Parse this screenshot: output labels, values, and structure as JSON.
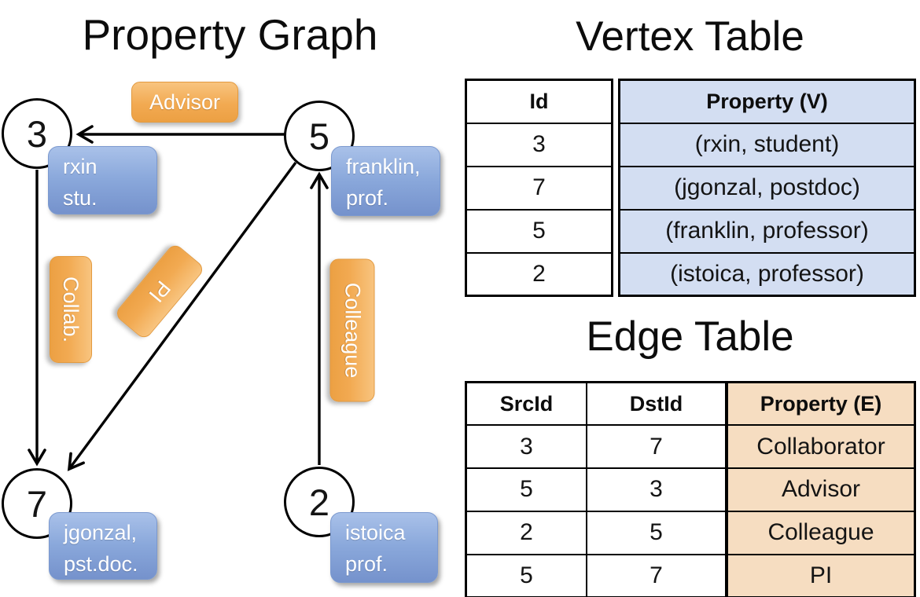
{
  "graph_panel": {
    "title": "Property Graph",
    "nodes": [
      {
        "id": "3",
        "line1": "rxin",
        "line2": "stu."
      },
      {
        "id": "5",
        "line1": "franklin,",
        "line2": "prof."
      },
      {
        "id": "7",
        "line1": "jgonzal,",
        "line2": "pst.doc."
      },
      {
        "id": "2",
        "line1": "istoica",
        "line2": "prof."
      }
    ],
    "edge_labels": [
      "Advisor",
      "Collab.",
      "PI",
      "Colleague"
    ]
  },
  "vertex_table": {
    "title": "Vertex Table",
    "columns": {
      "id": "Id",
      "property": "Property (V)"
    },
    "rows": [
      {
        "id": "3",
        "property": "(rxin, student)"
      },
      {
        "id": "7",
        "property": "(jgonzal, postdoc)"
      },
      {
        "id": "5",
        "property": "(franklin, professor)"
      },
      {
        "id": "2",
        "property": "(istoica, professor)"
      }
    ]
  },
  "edge_table": {
    "title": "Edge Table",
    "columns": {
      "src": "SrcId",
      "dst": "DstId",
      "property": "Property (E)"
    },
    "rows": [
      {
        "src": "3",
        "dst": "7",
        "property": "Collaborator"
      },
      {
        "src": "5",
        "dst": "3",
        "property": "Advisor"
      },
      {
        "src": "2",
        "dst": "5",
        "property": "Colleague"
      },
      {
        "src": "5",
        "dst": "7",
        "property": "PI"
      }
    ]
  },
  "colors": {
    "vertex_cell_blue": "#d3def2",
    "edge_cell_tan": "#f6ddc1",
    "property_box_blue": "#84a3d6",
    "edge_label_orange": "#f2a94e",
    "line_black": "#000000"
  }
}
